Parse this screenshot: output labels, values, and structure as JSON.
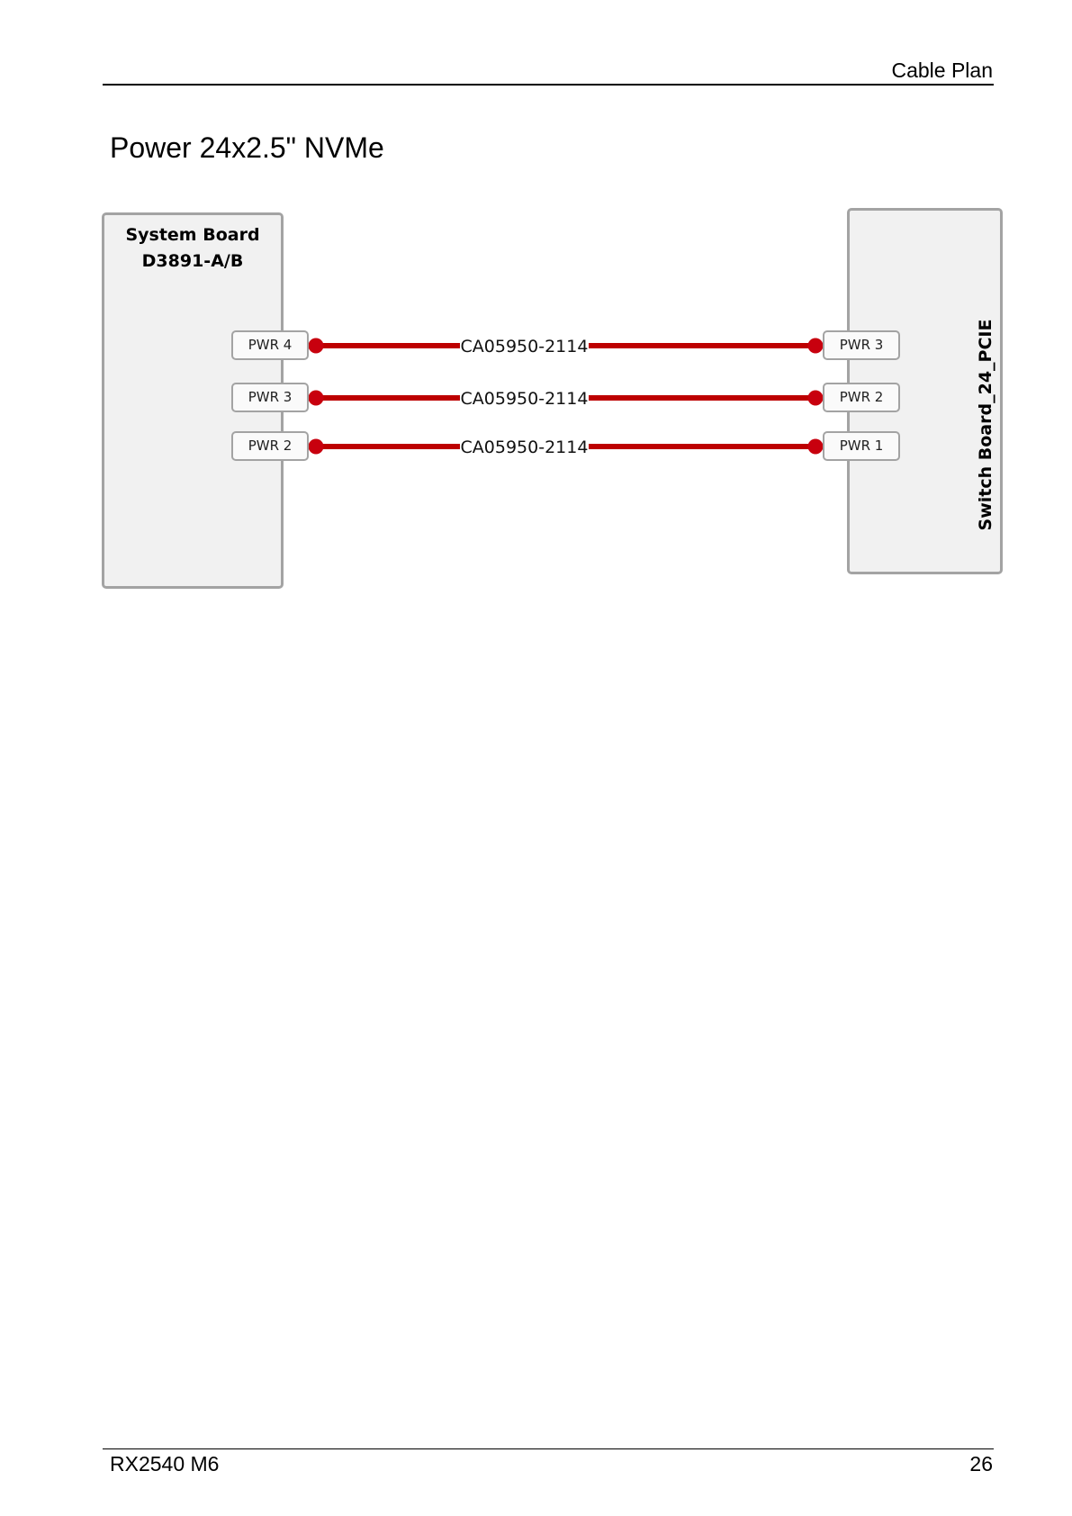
{
  "header": {
    "title": "Cable Plan"
  },
  "section": {
    "title": "Power 24x2.5\" NVMe"
  },
  "diagram": {
    "system_board": {
      "line1": "System Board",
      "line2": "D3891-A/B"
    },
    "switch_board": {
      "label": "Switch Board_24_PCIE"
    },
    "connections": [
      {
        "from": "PWR 4",
        "cable": "CA05950-2114",
        "to": "PWR 3"
      },
      {
        "from": "PWR 3",
        "cable": "CA05950-2114",
        "to": "PWR 2"
      },
      {
        "from": "PWR 2",
        "cable": "CA05950-2114",
        "to": "PWR 1"
      }
    ],
    "colors": {
      "cable": "#bd0000",
      "board_fill": "#f1f1f1",
      "board_border": "#a3a3a3"
    }
  },
  "footer": {
    "model": "RX2540 M6",
    "page": "26"
  }
}
